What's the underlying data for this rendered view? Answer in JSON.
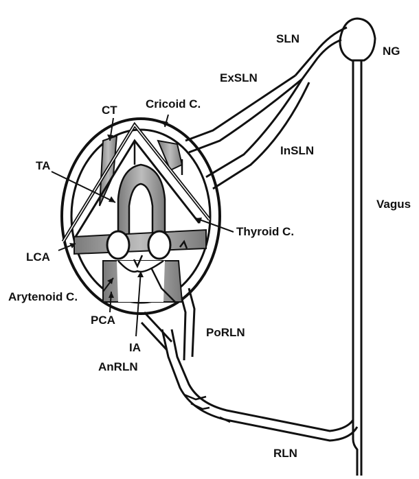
{
  "labels": {
    "sln": "SLN",
    "ng": "NG",
    "exsln": "ExSLN",
    "cricoid": "Cricoid C.",
    "ct": "CT",
    "insln": "InSLN",
    "ta": "TA",
    "vagus": "Vagus",
    "thyroid": "Thyroid C.",
    "lca": "LCA",
    "arytenoid": "Arytenoid C.",
    "pca": "PCA",
    "porln": "PoRLN",
    "ia": "IA",
    "anrln": "AnRLN",
    "rln": "RLN"
  },
  "colors": {
    "ink": "#111111",
    "muscle_shade": "#9a9a9a",
    "muscle_dark": "#6e6e6e",
    "paper": "#ffffff"
  }
}
